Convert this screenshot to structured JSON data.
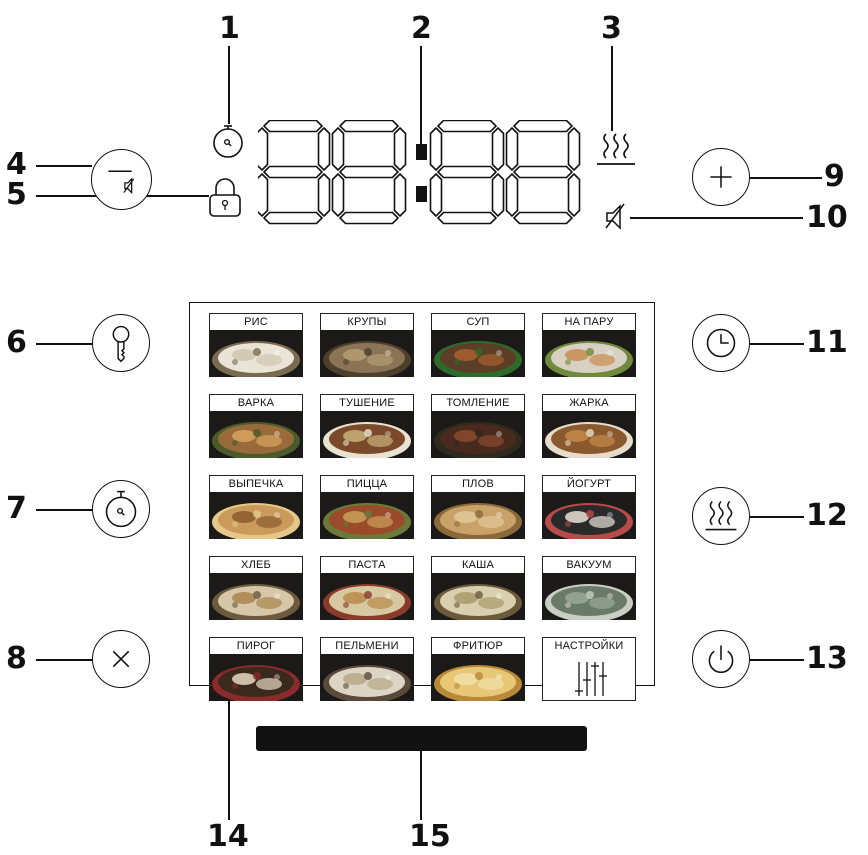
{
  "callouts": {
    "c1": "1",
    "c2": "2",
    "c3": "3",
    "c4": "4",
    "c5": "5",
    "c6": "6",
    "c7": "7",
    "c8": "8",
    "c9": "9",
    "c10": "10",
    "c11": "11",
    "c12": "12",
    "c13": "13",
    "c14": "14",
    "c15": "15"
  },
  "display": {
    "icons": [
      "timer-small-icon",
      "lock-icon",
      "steam-small-icon",
      "mute-small-icon"
    ]
  },
  "buttons": {
    "left": [
      "minus-mute-icon",
      "key-icon",
      "timer-icon",
      "close-icon"
    ],
    "right": [
      "plus-icon",
      "clock-icon",
      "steam-icon",
      "power-icon"
    ]
  },
  "programs": [
    [
      "РИС",
      "КРУПЫ",
      "СУП",
      "НА ПАРУ"
    ],
    [
      "ВАРКА",
      "ТУШЕНИЕ",
      "ТОМЛЕНИЕ",
      "ЖАРКА"
    ],
    [
      "ВЫПЕЧКА",
      "ПИЦЦА",
      "ПЛОВ",
      "ЙОГУРТ"
    ],
    [
      "ХЛЕБ",
      "ПАСТА",
      "КАША",
      "ВАКУУМ"
    ],
    [
      "ПИРОГ",
      "ПЕЛЬМЕНИ",
      "ФРИТЮР",
      "НАСТРОЙКИ"
    ]
  ],
  "colors": {
    "ink": "#111111",
    "background": "#ffffff"
  }
}
